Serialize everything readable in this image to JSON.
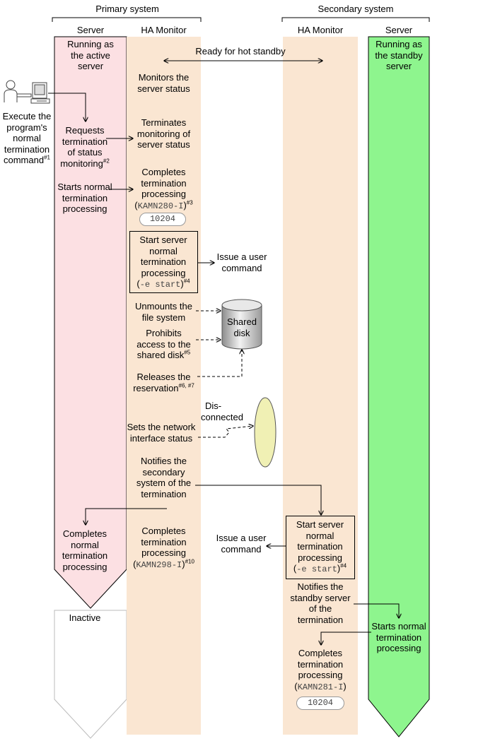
{
  "headers": {
    "primary": "Primary system",
    "secondary": "Secondary system",
    "p_server": "Server",
    "p_ha": "HA Monitor",
    "s_ha": "HA Monitor",
    "s_server": "Server"
  },
  "primary_server": {
    "running": [
      "Running as",
      "the active",
      "server"
    ],
    "requests": [
      "Requests",
      "termination",
      "of status",
      "monitoring"
    ],
    "requests_note": "#2",
    "starts": [
      "Starts normal",
      "termination",
      "processing"
    ],
    "completes": [
      "Completes",
      "normal",
      "termination",
      "processing"
    ],
    "inactive": "Inactive"
  },
  "operator": {
    "lines": [
      "Execute the",
      "program's",
      "normal",
      "termination",
      "command"
    ],
    "note": "#1"
  },
  "primary_ha": {
    "ready": "Ready for hot standby",
    "monitors": [
      "Monitors the",
      "server status"
    ],
    "terminates": [
      "Terminates",
      "monitoring of",
      "server status"
    ],
    "completes1": [
      "Completes",
      "termination",
      "processing"
    ],
    "msg1_open": "(",
    "msg1": "KAMN280-I",
    "msg1_close": ")",
    "msg1_note": "#3",
    "code1": "10204",
    "start_server": [
      "Start server",
      "normal",
      "termination",
      "processing"
    ],
    "start_opt_open": "(",
    "start_opt": "-e start",
    "start_opt_close": ")",
    "start_note": "#4",
    "issue_user": [
      "Issue a user",
      "command"
    ],
    "unmounts": [
      "Unmounts the",
      "file system"
    ],
    "shared_disk": [
      "Shared",
      "disk"
    ],
    "prohibits": [
      "Prohibits",
      "access to the",
      "shared disk"
    ],
    "prohibits_note": "#5",
    "releases": [
      "Releases the",
      "reservation"
    ],
    "releases_note": "#6, #7",
    "disconnected": [
      "Dis-",
      "connected"
    ],
    "sets_net": [
      "Sets the network",
      "interface status"
    ],
    "notifies": [
      "Notifies the",
      "secondary",
      "system of the",
      "termination"
    ],
    "completes2": [
      "Completes",
      "termination",
      "processing"
    ],
    "msg2": "KAMN298-I",
    "msg2_note": "#10"
  },
  "secondary_ha": {
    "start_server": [
      "Start server",
      "normal",
      "termination",
      "processing"
    ],
    "start_opt": "-e start",
    "start_note": "#4",
    "issue_user": [
      "Issue a user",
      "command"
    ],
    "notifies": [
      "Notifies the",
      "standby server",
      "of the",
      "termination"
    ],
    "completes": [
      "Completes",
      "termination",
      "processing"
    ],
    "msg": "KAMN281-I",
    "code": "10204"
  },
  "secondary_server": {
    "running": [
      "Running as",
      "the standby",
      "server"
    ],
    "starts": [
      "Starts normal",
      "termination",
      "processing"
    ]
  },
  "colors": {
    "active_server": "#FCE0E3",
    "ha_monitor": "#FAE6D2",
    "standby_server": "#8EF58E",
    "inactive": "#FFFFFF",
    "ellipse": "#F0F0B4"
  }
}
